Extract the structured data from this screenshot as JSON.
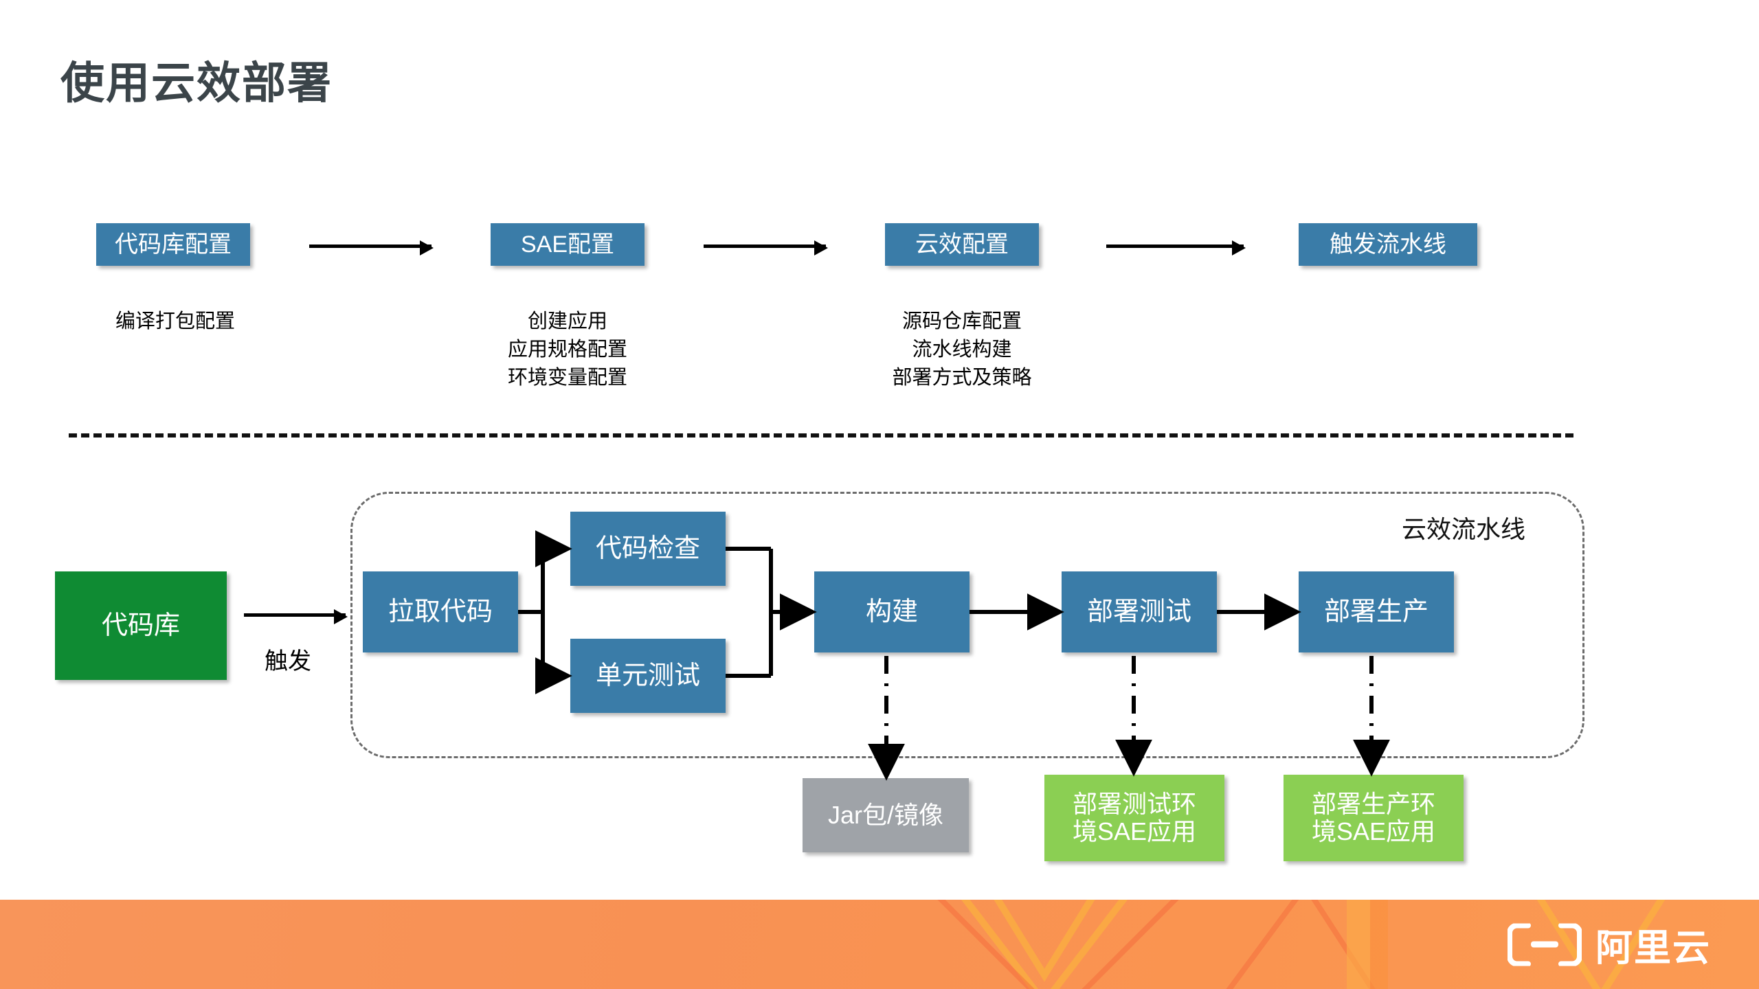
{
  "slide": {
    "title": "使用云效部署"
  },
  "top_flow": {
    "steps": [
      {
        "label": "代码库配置",
        "caption": "编译打包配置"
      },
      {
        "label": "SAE配置",
        "caption": "创建应用\n应用规格配置\n环境变量配置"
      },
      {
        "label": "云效配置",
        "caption": "源码仓库配置\n流水线构建\n部署方式及策略"
      },
      {
        "label": "触发流水线",
        "caption": ""
      }
    ]
  },
  "pipeline": {
    "container_label": "云效流水线",
    "source": {
      "label": "代码库"
    },
    "trigger_label": "触发",
    "stages": {
      "pull": "拉取代码",
      "code_check": "代码检查",
      "unit_test": "单元测试",
      "build": "构建",
      "deploy_test": "部署测试",
      "deploy_prod": "部署生产"
    },
    "artifacts": [
      {
        "label": "Jar包/镜像"
      },
      {
        "label": "部署测试环\n境SAE应用"
      },
      {
        "label": "部署生产环\n境SAE应用"
      }
    ]
  },
  "footer": {
    "brand_text": "阿里云",
    "brand_icon": "alibaba-cloud-logo-icon"
  },
  "colors": {
    "blue": "#3a7ca8",
    "green": "#0f8b33",
    "light_green": "#8bcf53",
    "gray": "#9fa3a8",
    "title": "#3b4449",
    "footer_orange": "#f89154"
  }
}
